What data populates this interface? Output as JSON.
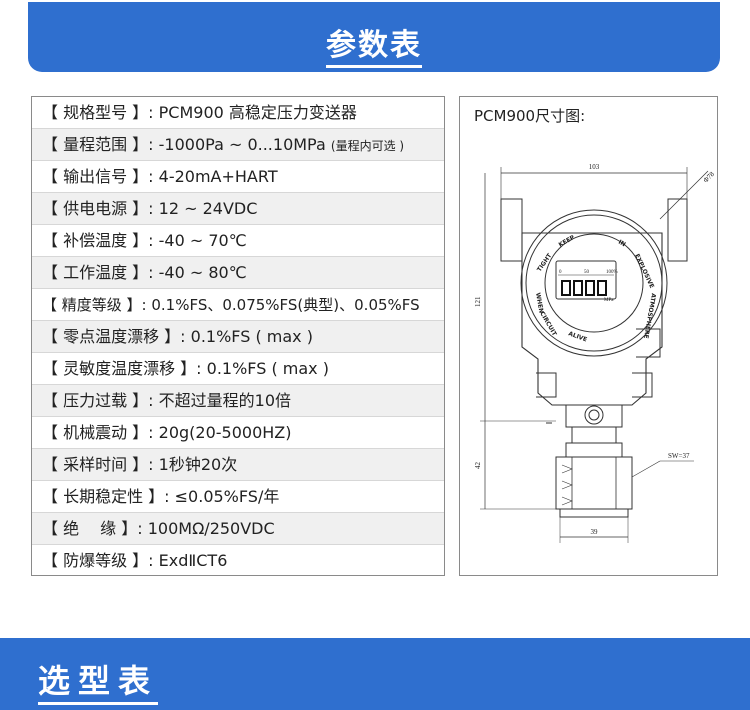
{
  "header": {
    "title": "参数表"
  },
  "specs": [
    {
      "text": "【 规格型号 】: PCM900 高稳定压力变送器"
    },
    {
      "text": "【 量程范围 】: -1000Pa ~ 0...10MPa ",
      "note": "(量程内可选 )"
    },
    {
      "text": "【 输出信号 】: 4-20mA+HART"
    },
    {
      "text": "【 供电电源 】: 12 ~ 24VDC"
    },
    {
      "text": "【 补偿温度 】: -40 ~ 70℃"
    },
    {
      "text": "【 工作温度 】: -40 ~ 80℃"
    },
    {
      "text": "【 精度等级 】: 0.1%FS、0.075%FS(典型)、0.05%FS"
    },
    {
      "text": "【 零点温度漂移 】: 0.1%FS ( max )"
    },
    {
      "text": "【 灵敏度温度漂移 】: 0.1%FS ( max )"
    },
    {
      "text": "【 压力过载 】: 不超过量程的10倍"
    },
    {
      "text": "【 机械震动 】: 20g(20-5000HZ)"
    },
    {
      "text": "【 采样时间 】: 1秒钟20次"
    },
    {
      "text": "【 长期稳定性 】: ≤0.05%FS/年"
    },
    {
      "text": "【 绝　 缘 】: 100MΩ/250VDC"
    },
    {
      "text": "【 防爆等级 】: ExdⅡCT6"
    }
  ],
  "drawing": {
    "title": "PCM900尺寸图:",
    "dim_width": "103",
    "dim_diameter": "Φ78",
    "dim_height": "121",
    "dim_fitting": "42",
    "dim_hex": "SW=37",
    "dim_base": "39",
    "display_scale_0": "0",
    "display_scale_50": "50",
    "display_scale_100": "100%",
    "display_unit": "MPa",
    "ring_keep": "KEEP",
    "ring_tight": "TIGHT",
    "ring_when": "WHEN",
    "ring_circuit": "CIRCUIT",
    "ring_alive": "ALIVE",
    "ring_in": "IN",
    "ring_explosive": "EXPLOSIVE",
    "ring_atmosphere": "ATMOSPHERE"
  },
  "footer": {
    "title": "选型表"
  },
  "colors": {
    "banner": "#2f6fcf",
    "row_alt": "#f0f0f0",
    "border": "#8a8a8a"
  }
}
